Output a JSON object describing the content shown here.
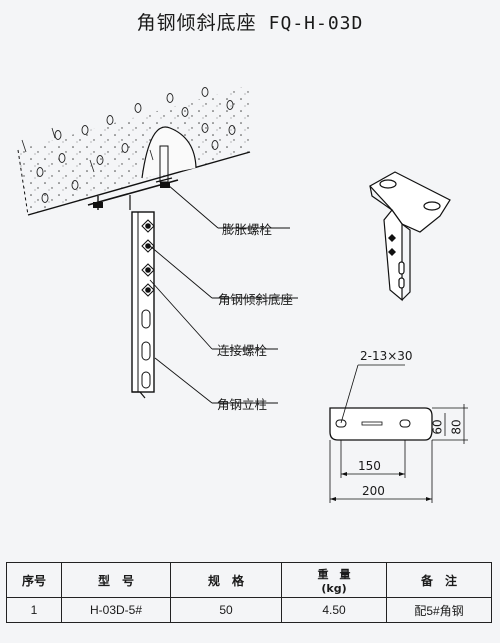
{
  "title": {
    "main": "角钢倾斜底座",
    "code": "FQ-H-03D"
  },
  "labels": {
    "expansion_bolt": "膨胀螺栓",
    "angle_base": "角钢倾斜底座",
    "connecting_bolt": "连接螺栓",
    "angle_column": "角钢立柱"
  },
  "dimensions": {
    "holes": "2-13×30",
    "d150": "150",
    "d200": "200",
    "d60": "60",
    "d80": "80"
  },
  "table": {
    "headers": {
      "no": "序号",
      "model": "型　号",
      "spec": "规　格",
      "weight": "重　量",
      "weight_unit": "(kg)",
      "remark": "备　注"
    },
    "rows": [
      {
        "no": "1",
        "model": "H-03D-5#",
        "spec": "50",
        "weight": "4.50",
        "remark": "配5#角钢"
      }
    ]
  }
}
